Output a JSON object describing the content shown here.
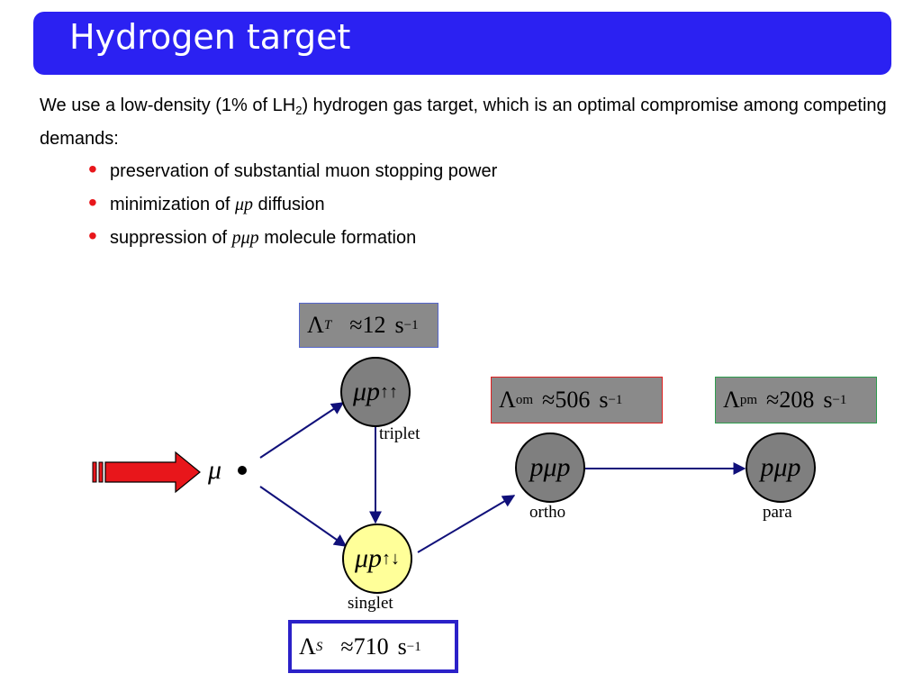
{
  "title": "Hydrogen target",
  "intro": {
    "text_before": "We use a low-density (1% of LH",
    "subscript": "2",
    "text_after": ") hydrogen gas target, which is an optimal compromise among competing demands:"
  },
  "bullets": [
    {
      "prefix": "preservation of substantial muon stopping power",
      "math": "",
      "suffix": ""
    },
    {
      "prefix": "minimization of ",
      "math": "μp",
      "suffix": " diffusion"
    },
    {
      "prefix": "suppression of ",
      "math": "pμp",
      "suffix": " molecule formation"
    }
  ],
  "diagram": {
    "muon_symbol": "μ",
    "rates": {
      "triplet": {
        "symbol": "Λ",
        "sub": "T",
        "approx": "≈",
        "value": "12",
        "unit": "s",
        "exp": "−1",
        "border_color": "#5566cc"
      },
      "ortho": {
        "symbol": "Λ",
        "sub": "om",
        "approx": "≈",
        "value": "506",
        "unit": "s",
        "exp": "−1",
        "border_color": "#e02020"
      },
      "para": {
        "symbol": "Λ",
        "sub": "pm",
        "approx": "≈",
        "value": "208",
        "unit": "s",
        "exp": "−1",
        "border_color": "#2e9e4e"
      },
      "singlet": {
        "symbol": "Λ",
        "sub": "S",
        "approx": "≈",
        "value": "710",
        "unit": "s",
        "exp": "−1",
        "border_color": "#2b21c8"
      }
    },
    "nodes": {
      "triplet": {
        "base": "μp",
        "spin": "↑↑",
        "label": "triplet",
        "fill": "#7f7f7f"
      },
      "singlet": {
        "base": "μp",
        "spin": "↑↓",
        "label": "singlet",
        "fill": "#ffff99"
      },
      "ortho": {
        "base": "pμp",
        "label": "ortho",
        "fill": "#7f7f7f"
      },
      "para": {
        "base": "pμp",
        "label": "para",
        "fill": "#7f7f7f"
      }
    },
    "colors": {
      "arrow": "#10107a",
      "beam_arrow": "#e8161b",
      "title_bar": "#2b21f2",
      "bullet": "#e8161b"
    }
  }
}
